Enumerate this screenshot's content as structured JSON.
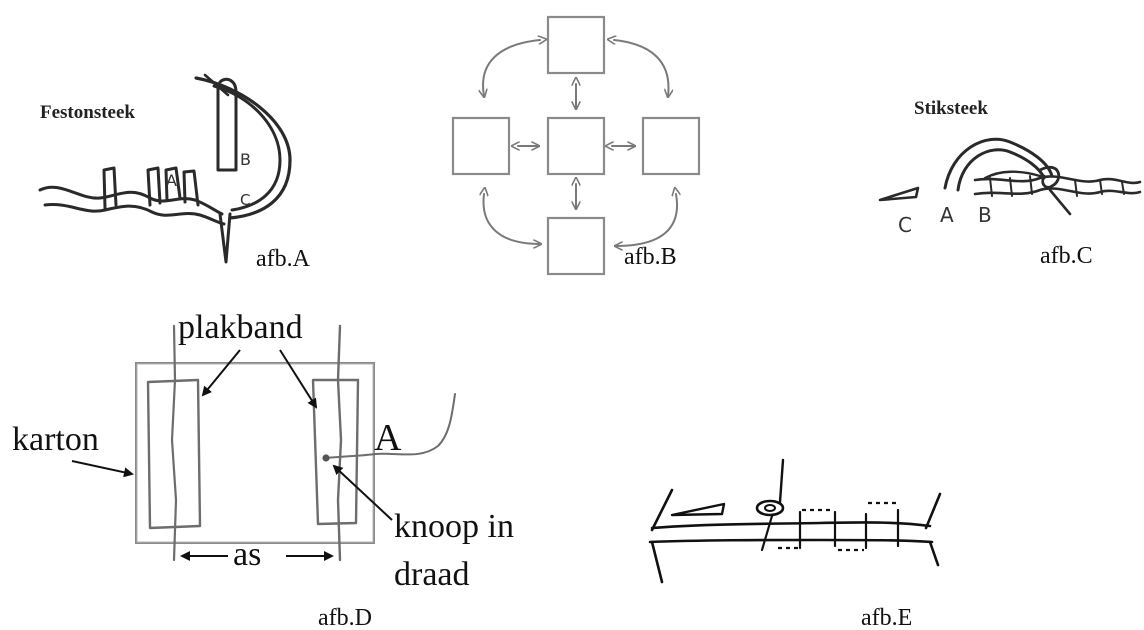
{
  "panels": {
    "a": {
      "title": "Festonsteek",
      "caption": "afb.A",
      "letters": {
        "a": "A",
        "b": "B",
        "c": "C"
      }
    },
    "b": {
      "caption": "afb.B"
    },
    "c": {
      "title": "Stiksteek",
      "caption": "afb.C",
      "letters": {
        "c": "C",
        "a": "A",
        "b": "B"
      }
    },
    "d": {
      "caption": "afb.D",
      "labels": {
        "plakband": "plakband",
        "karton": "karton",
        "point_a": "A",
        "knoop_1": "knoop in",
        "knoop_2": "draad",
        "as": "as"
      }
    },
    "e": {
      "caption": "afb.E"
    }
  },
  "colors": {
    "ink": "#111111",
    "pencil": "#6d6d6d",
    "grey": "#8a8a8a"
  }
}
